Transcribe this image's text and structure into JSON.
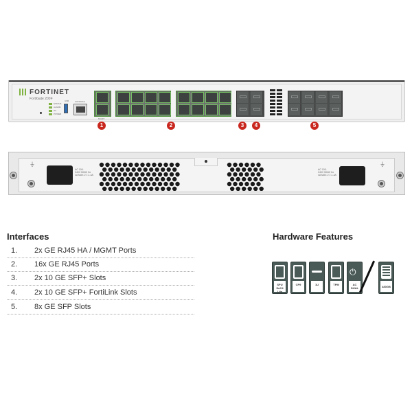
{
  "front_panel": {
    "brand": "FORTINET",
    "model": "FortiGate 200F",
    "led_labels": [
      "STATUS",
      "ALARM",
      "HA",
      "POWER"
    ],
    "usb_label": "USB",
    "console_label": "CONSOLE",
    "mgmt_label": "MGMT",
    "callouts": [
      "1",
      "2",
      "3",
      "4",
      "5"
    ]
  },
  "back_panel": {
    "power_rating_left": [
      "AC 100-",
      "240V 50/60 Hz",
      "4A MAX 2.7-1.4A"
    ],
    "power_rating_right": [
      "AC 100-",
      "240V 50/60 Hz",
      "4A MAX 2.7-1.4A"
    ]
  },
  "interfaces": {
    "title": "Interfaces",
    "items": [
      {
        "num": "1.",
        "text": "2x GE RJ45 HA / MGMT Ports"
      },
      {
        "num": "2.",
        "text": "16x GE RJ45 Ports"
      },
      {
        "num": "3.",
        "text": "2x 10 GE SFP+ Slots"
      },
      {
        "num": "4.",
        "text": "2x 10 GE SFP+ FortiLink Slots"
      },
      {
        "num": "5.",
        "text": "8x GE SFP Slots"
      }
    ]
  },
  "hardware_features": {
    "title": "Hardware Features",
    "items": [
      {
        "icon": "chip-icon",
        "label": "SPU SoC4 Lite"
      },
      {
        "icon": "chip-icon",
        "label": "CP9"
      },
      {
        "icon": "rack-1u-icon",
        "label": "1U"
      },
      {
        "icon": "tpm-lock-icon",
        "label": "TPM"
      },
      {
        "icon": "power-plug-icon",
        "label": "AC DUAL"
      },
      {
        "icon": "storage-icon",
        "label": "480GB"
      }
    ],
    "colors": {
      "tile": "#4a5b57",
      "callout": "#c9281f",
      "port_led": "#76c064"
    }
  }
}
